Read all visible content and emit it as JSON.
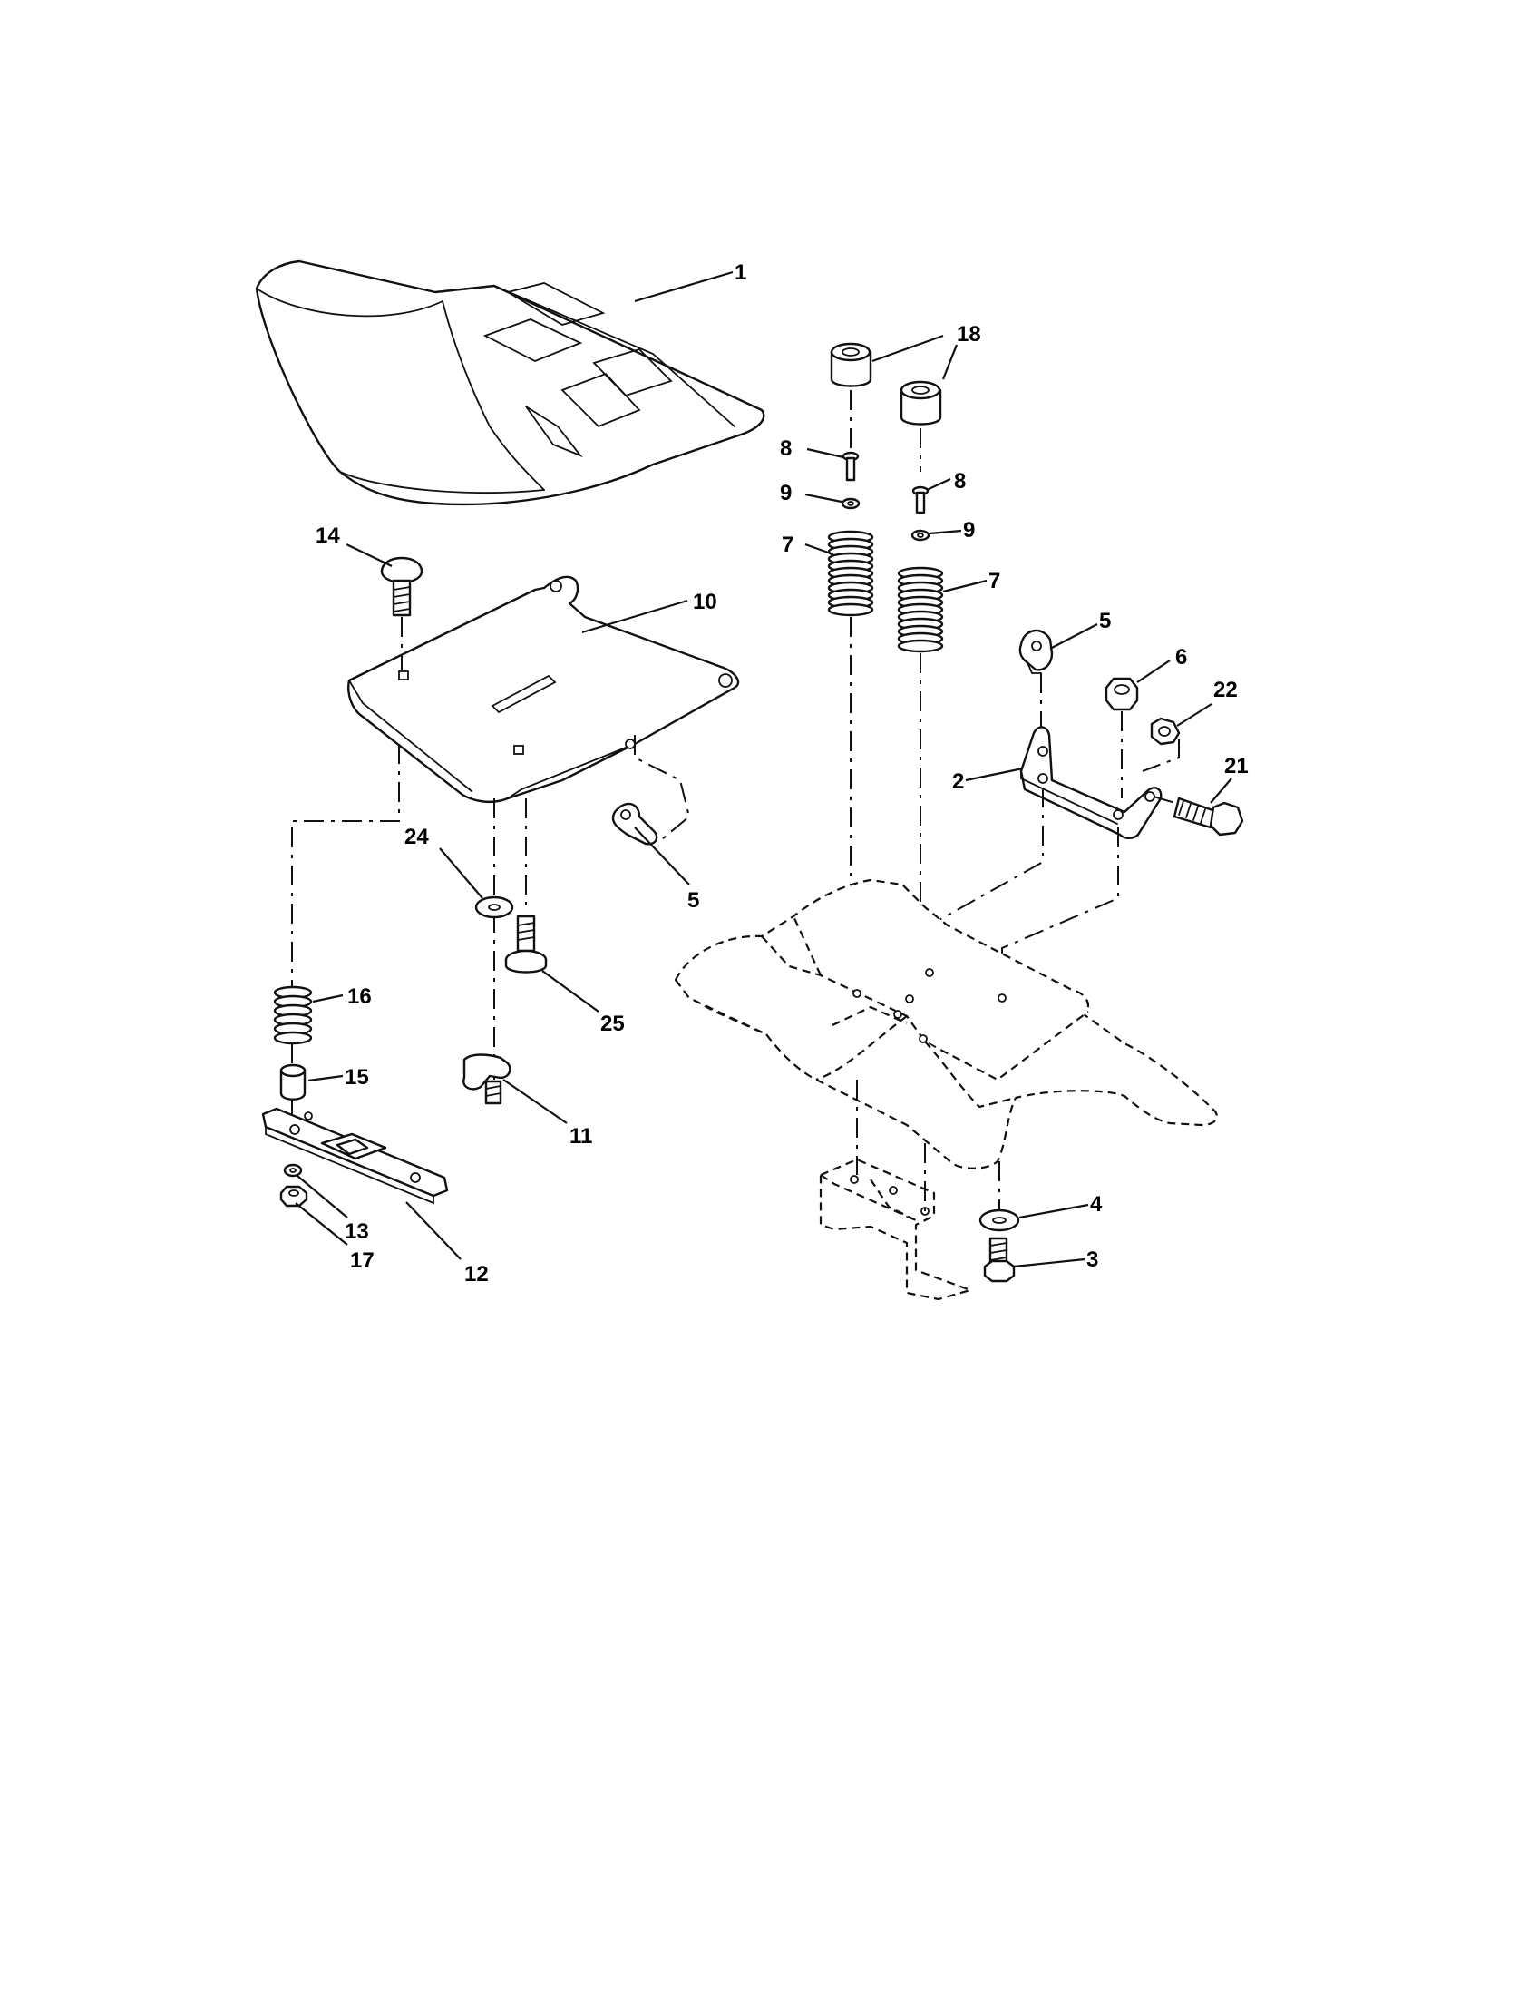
{
  "callouts": {
    "c1": "1",
    "c2": "2",
    "c3": "3",
    "c4": "4",
    "c5a": "5",
    "c5b": "5",
    "c6": "6",
    "c7a": "7",
    "c7b": "7",
    "c8a": "8",
    "c8b": "8",
    "c9a": "9",
    "c9b": "9",
    "c10": "10",
    "c11": "11",
    "c12": "12",
    "c13": "13",
    "c14": "14",
    "c15": "15",
    "c16": "16",
    "c17": "17",
    "c18": "18",
    "c21": "21",
    "c22": "22",
    "c24": "24",
    "c25": "25"
  }
}
